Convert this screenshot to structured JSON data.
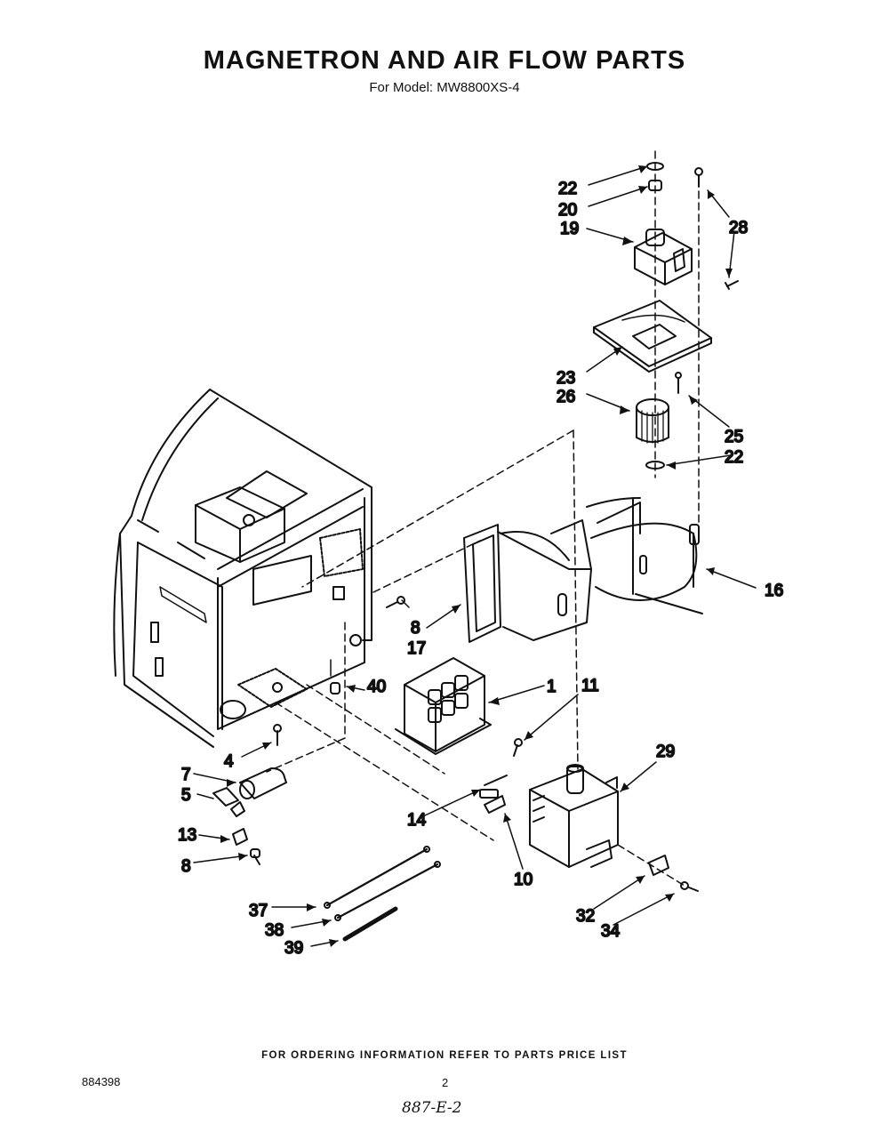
{
  "title": "MAGNETRON AND AIR FLOW PARTS",
  "subtitle": "For Model: MW8800XS-4",
  "callouts": [
    "22",
    "20",
    "19",
    "28",
    "23",
    "26",
    "25",
    "22",
    "16",
    "8",
    "17",
    "1",
    "40",
    "11",
    "29",
    "4",
    "7",
    "5",
    "13",
    "8",
    "14",
    "10",
    "37",
    "38",
    "39",
    "32",
    "34"
  ],
  "footer": "FOR ORDERING INFORMATION REFER TO PARTS PRICE LIST",
  "doc_number": "884398",
  "page_number": "2",
  "handwritten_note": "887-E-2"
}
